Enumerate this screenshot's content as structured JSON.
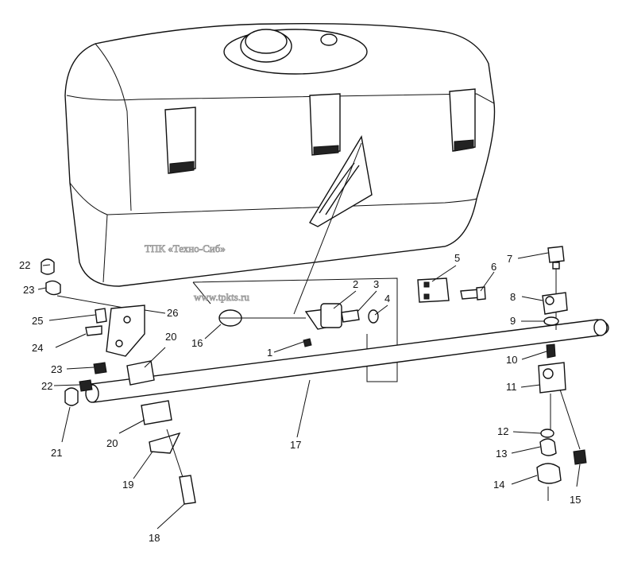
{
  "watermark": {
    "line1": "ТПК «Техно-Сиб»",
    "line2": "www.tpkts.ru"
  },
  "callouts": [
    {
      "id": "c1",
      "label": "1"
    },
    {
      "id": "c2",
      "label": "2"
    },
    {
      "id": "c3",
      "label": "3"
    },
    {
      "id": "c4",
      "label": "4"
    },
    {
      "id": "c5",
      "label": "5"
    },
    {
      "id": "c6",
      "label": "6"
    },
    {
      "id": "c7",
      "label": "7"
    },
    {
      "id": "c8",
      "label": "8"
    },
    {
      "id": "c9",
      "label": "9"
    },
    {
      "id": "c10",
      "label": "10"
    },
    {
      "id": "c11",
      "label": "11"
    },
    {
      "id": "c12",
      "label": "12"
    },
    {
      "id": "c13",
      "label": "13"
    },
    {
      "id": "c14",
      "label": "14"
    },
    {
      "id": "c15",
      "label": "15"
    },
    {
      "id": "c16",
      "label": "16"
    },
    {
      "id": "c17",
      "label": "17"
    },
    {
      "id": "c18",
      "label": "18"
    },
    {
      "id": "c19",
      "label": "19"
    },
    {
      "id": "c20a",
      "label": "20"
    },
    {
      "id": "c20b",
      "label": "20"
    },
    {
      "id": "c21",
      "label": "21"
    },
    {
      "id": "c22a",
      "label": "22"
    },
    {
      "id": "c22b",
      "label": "22"
    },
    {
      "id": "c23a",
      "label": "23"
    },
    {
      "id": "c23b",
      "label": "23"
    },
    {
      "id": "c24",
      "label": "24"
    },
    {
      "id": "c25",
      "label": "25"
    },
    {
      "id": "c26",
      "label": "26"
    }
  ]
}
